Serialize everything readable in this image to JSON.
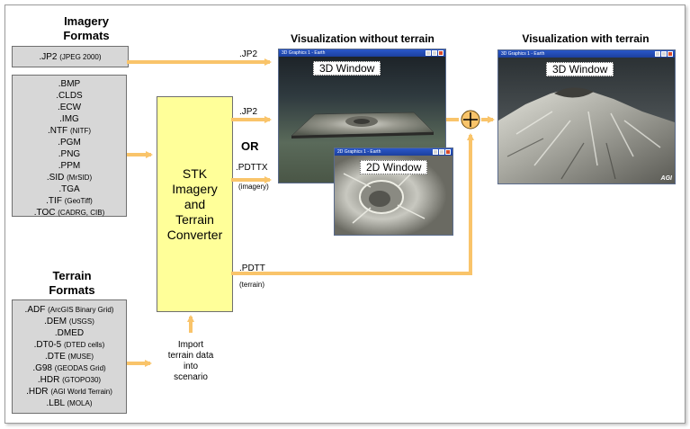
{
  "imagery": {
    "heading_line1": "Imagery",
    "heading_line2": "Formats",
    "jp2_box": {
      "main": ".JP2",
      "note": "(JPEG 2000)"
    },
    "formats": [
      {
        "main": ".BMP",
        "note": ""
      },
      {
        "main": ".CLDS",
        "note": ""
      },
      {
        "main": ".ECW",
        "note": ""
      },
      {
        "main": ".IMG",
        "note": ""
      },
      {
        "main": ".NTF",
        "note": "(NITF)"
      },
      {
        "main": ".PGM",
        "note": ""
      },
      {
        "main": ".PNG",
        "note": ""
      },
      {
        "main": ".PPM",
        "note": ""
      },
      {
        "main": ".SID",
        "note": "(MrSID)"
      },
      {
        "main": ".TGA",
        "note": ""
      },
      {
        "main": ".TIF",
        "note": "(GeoTiff)"
      },
      {
        "main": ".TOC",
        "note": "(CADRG, CIB)"
      }
    ]
  },
  "terrain": {
    "heading_line1": "Terrain",
    "heading_line2": "Formats",
    "formats": [
      {
        "main": ".ADF",
        "note": "(ArcGIS Binary Grid)"
      },
      {
        "main": ".DEM",
        "note": "(USGS)"
      },
      {
        "main": ".DMED",
        "note": ""
      },
      {
        "main": ".DT0-5",
        "note": "(DTED cells)"
      },
      {
        "main": ".DTE",
        "note": "(MUSE)"
      },
      {
        "main": ".G98",
        "note": "(GEODAS Grid)"
      },
      {
        "main": ".HDR",
        "note": "(GTOPO30)"
      },
      {
        "main": ".HDR",
        "note": "(AGI World Terrain)"
      },
      {
        "main": ".LBL",
        "note": "(MOLA)"
      }
    ]
  },
  "converter": {
    "label": "STK\nImagery\nand\nTerrain\nConverter"
  },
  "import_note": "Import\nterrain data\ninto\nscenario",
  "arrows": {
    "jp2_top": ".JP2",
    "jp2_mid": ".JP2",
    "or": "OR",
    "pdttx": ".PDTTX",
    "pdttx_note": "(imagery)",
    "pdtt": ".PDTT",
    "pdtt_note": "(terrain)"
  },
  "viz_without": {
    "heading": "Visualization without terrain",
    "window_3d": {
      "title": "3D Graphics 1 - Earth",
      "label": "3D Window"
    },
    "window_2d": {
      "title": "2D Graphics 1 - Earth",
      "label": "2D Window"
    }
  },
  "viz_with": {
    "heading": "Visualization with terrain",
    "window_3d": {
      "title": "3D Graphics 1 - Earth",
      "label": "3D Window"
    },
    "logo": "AGI"
  },
  "colors": {
    "arrow": "#f9c46a",
    "converter": "#ffff99",
    "formatbox": "#d7d7d7",
    "titlebar": "#1c3f9e"
  }
}
